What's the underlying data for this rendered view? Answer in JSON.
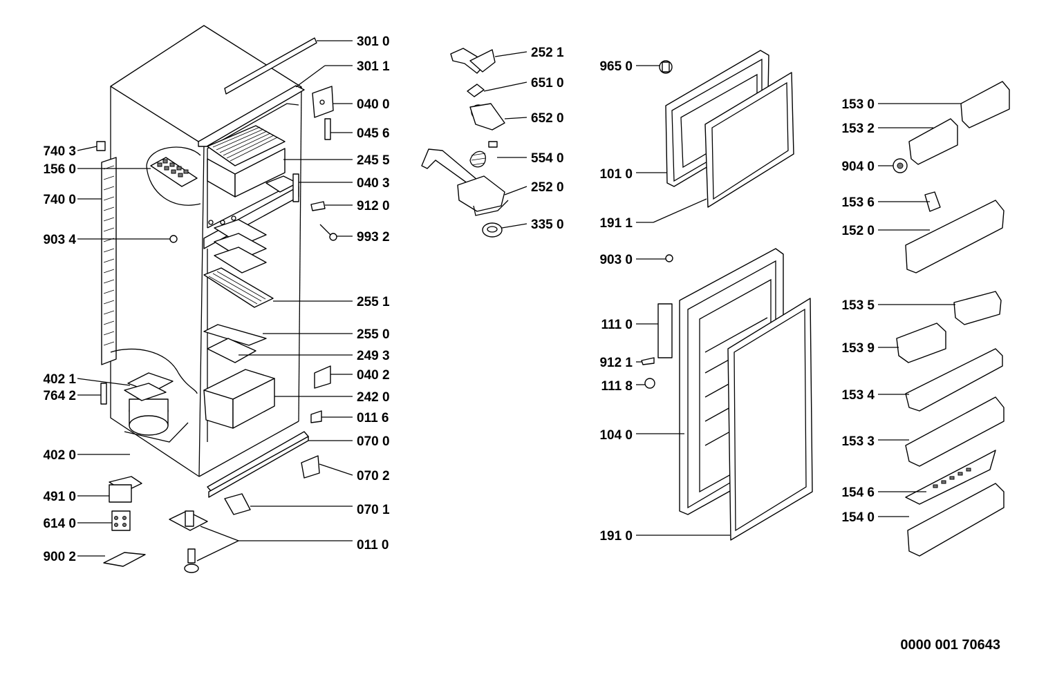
{
  "document_number": "0000 001 70643",
  "part_labels": {
    "p3010": "301 0",
    "p3011": "301 1",
    "p0400": "040 0",
    "p0456": "045 6",
    "p2455": "245 5",
    "p0403": "040 3",
    "p9120": "912 0",
    "p9932": "993 2",
    "p2551": "255 1",
    "p2550": "255 0",
    "p2493": "249 3",
    "p0402": "040 2",
    "p2420": "242 0",
    "p0116": "011 6",
    "p0700": "070 0",
    "p0702": "070 2",
    "p0701": "070 1",
    "p0110": "011 0",
    "p7403": "740 3",
    "p1560": "156 0",
    "p7400": "740 0",
    "p9034": "903 4",
    "p4021": "402 1",
    "p7642": "764 2",
    "p4020": "402 0",
    "p4910": "491 0",
    "p6140": "614 0",
    "p9002": "900 2",
    "p2521": "252 1",
    "p6510": "651 0",
    "p6520": "652 0",
    "p5540": "554 0",
    "p2520": "252 0",
    "p3350": "335 0",
    "p9650": "965 0",
    "p1010": "101 0",
    "p1911": "191 1",
    "p9030": "903 0",
    "p1110": "111 0",
    "p9121": "912 1",
    "p1118": "111 8",
    "p1040": "104 0",
    "p1910": "191 0",
    "p1530": "153 0",
    "p1532": "153 2",
    "p9040": "904 0",
    "p1536": "153 6",
    "p1520": "152 0",
    "p1535": "153 5",
    "p1539": "153 9",
    "p1534": "153 4",
    "p1533": "153 3",
    "p1546": "154 6",
    "p1540": "154 0"
  }
}
